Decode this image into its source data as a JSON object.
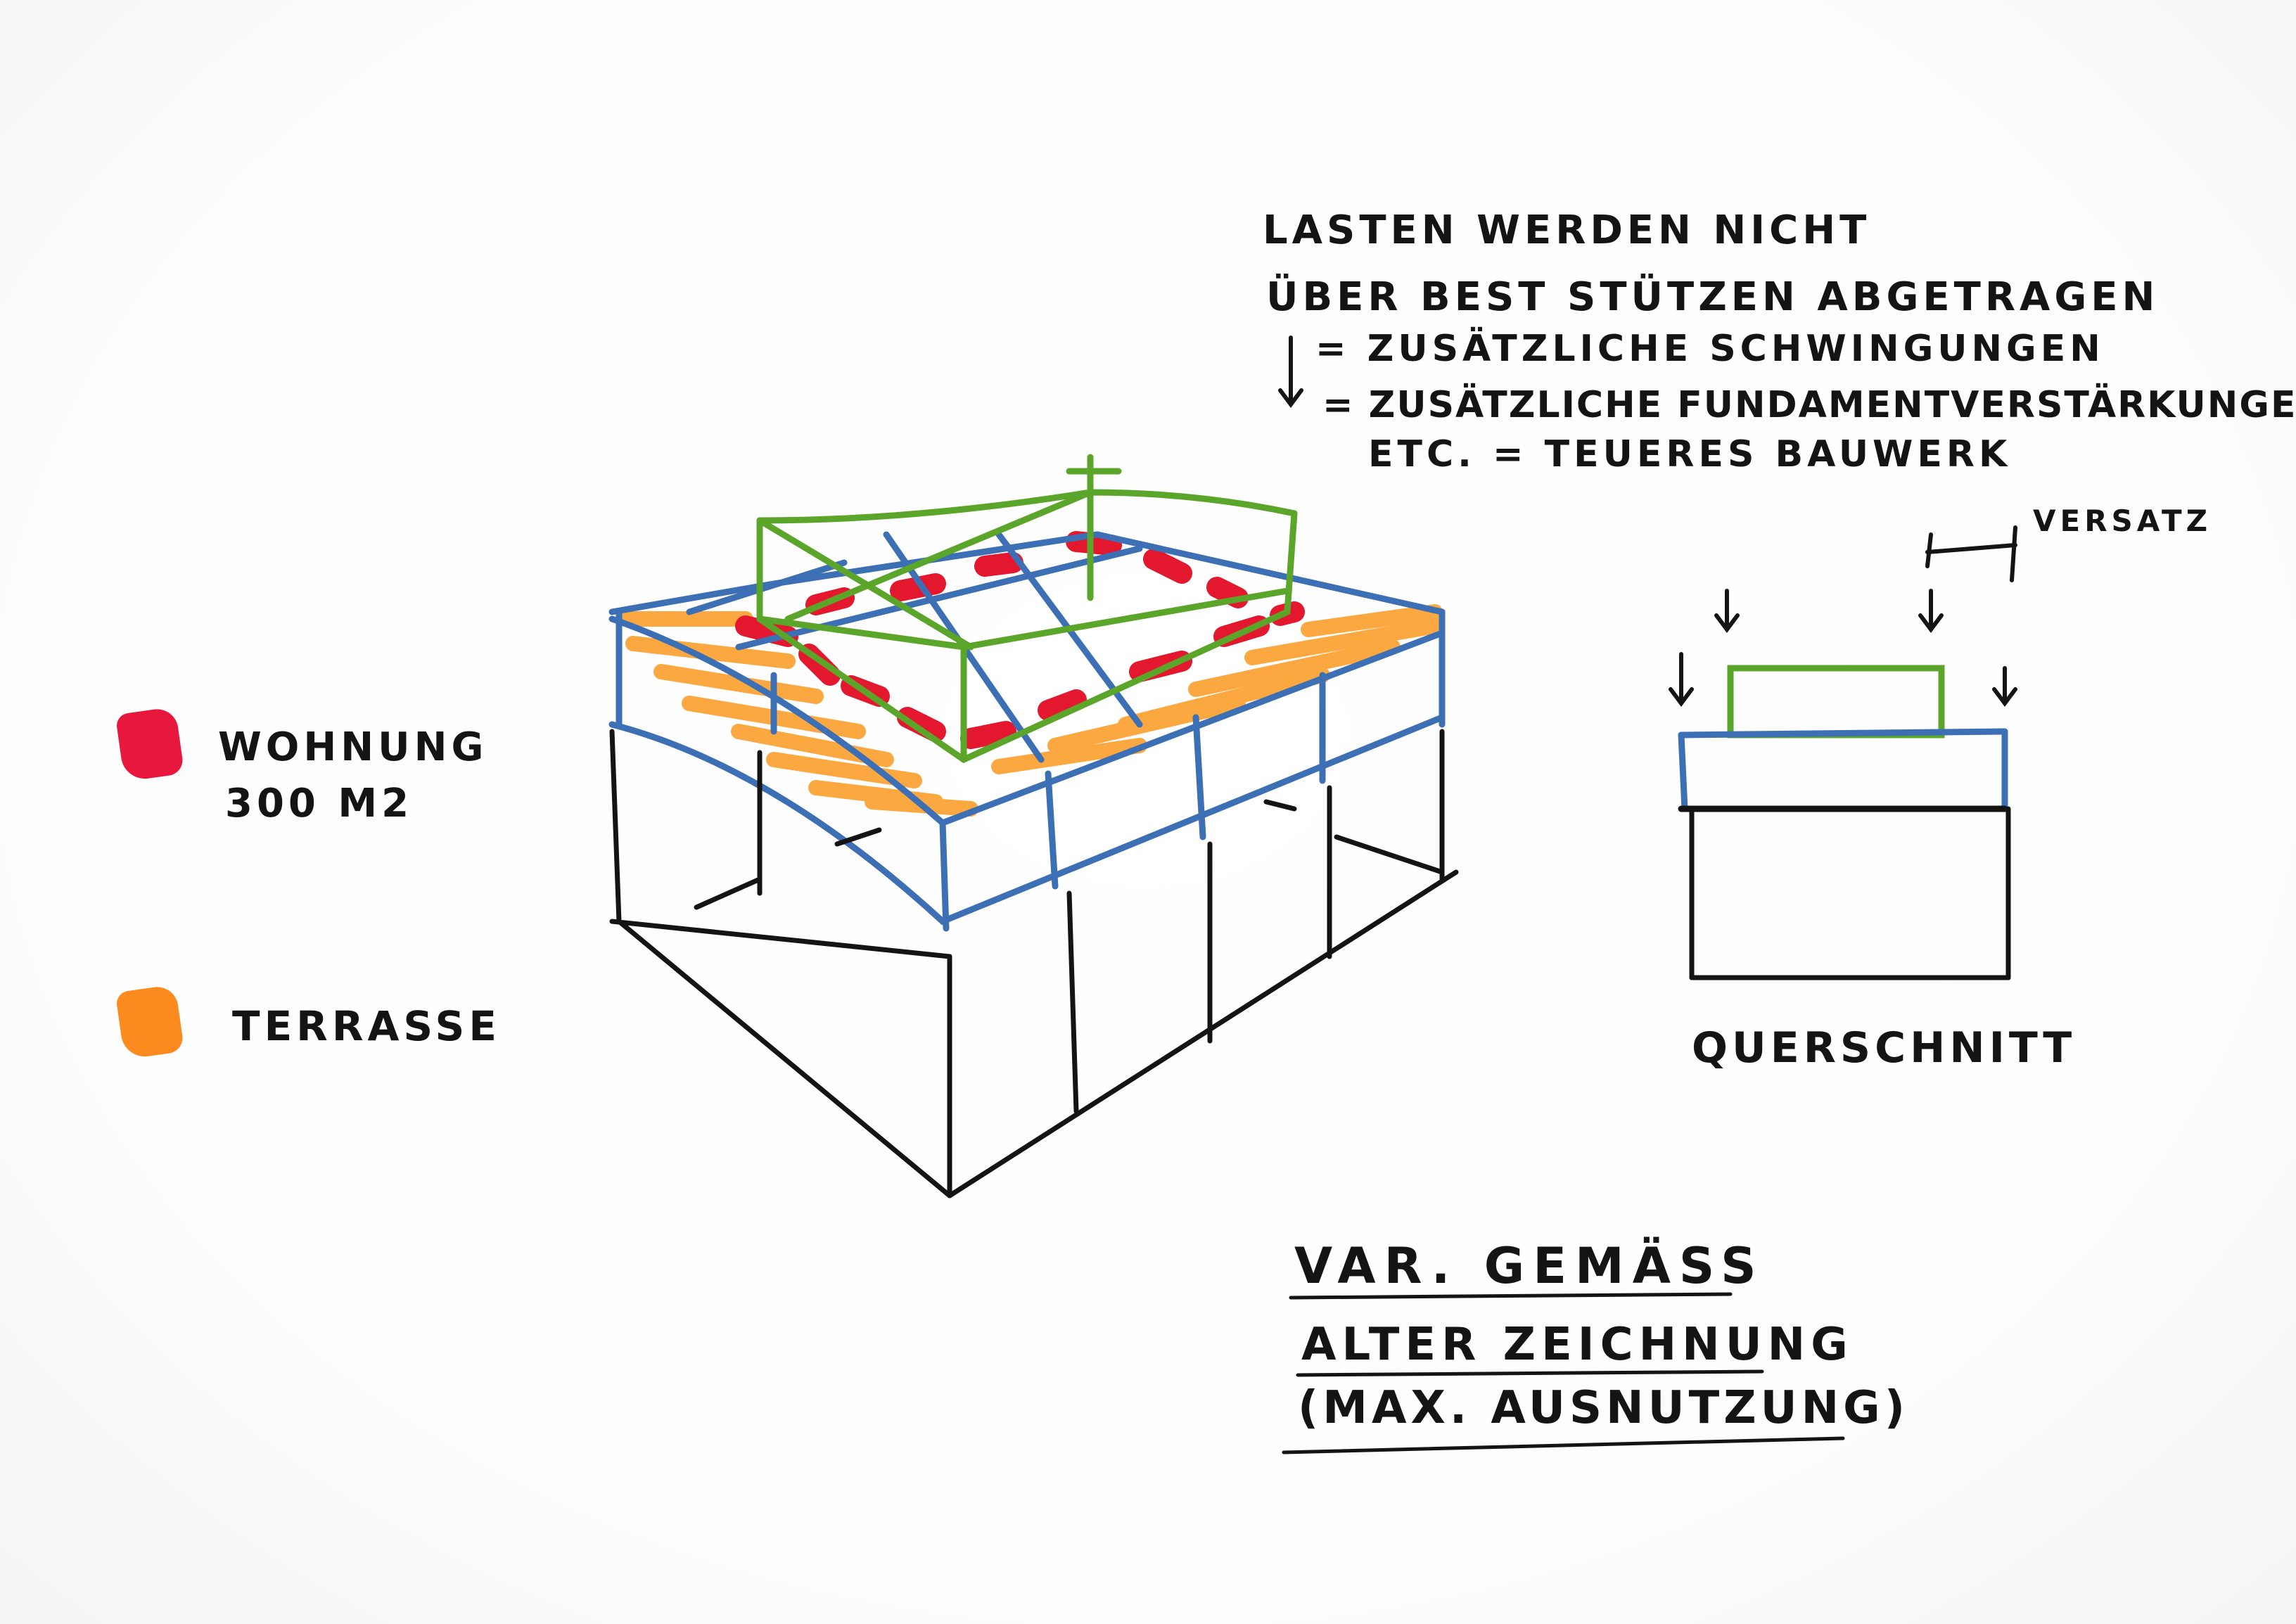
{
  "notes": {
    "line1": "LASTEN WERDEN NICHT",
    "line2": "ÜBER BEST STÜTZEN ABGETRAGEN",
    "line3": "= ZUSÄTZLICHE SCHWINGUNGEN",
    "line4": "= ZUSÄTZLICHE FUNDAMENTVERSTÄRKUNGEN,",
    "line5": "ETC. = TEUERES BAUWERK"
  },
  "section": {
    "offset_label": "VERSATZ",
    "title": "QUERSCHNITT"
  },
  "legend": {
    "apartment_label": "WOHNUNG",
    "apartment_area": "300 M2",
    "terrace_label": "TERRASSE",
    "apartment_color": "#e8173d",
    "terrace_color": "#fb8b1e"
  },
  "caption": {
    "line1": "VAR. GEMÄSS",
    "line2": "ALTER ZEICHNUNG",
    "line3": "(MAX. AUSNUTZUNG)"
  },
  "colors": {
    "ink": "#141414",
    "structure_blue": "#3d6fb4",
    "new_volume_green": "#5aa52a",
    "terrace_orange": "#fb9a1f",
    "apartment_red": "#e3182f"
  }
}
